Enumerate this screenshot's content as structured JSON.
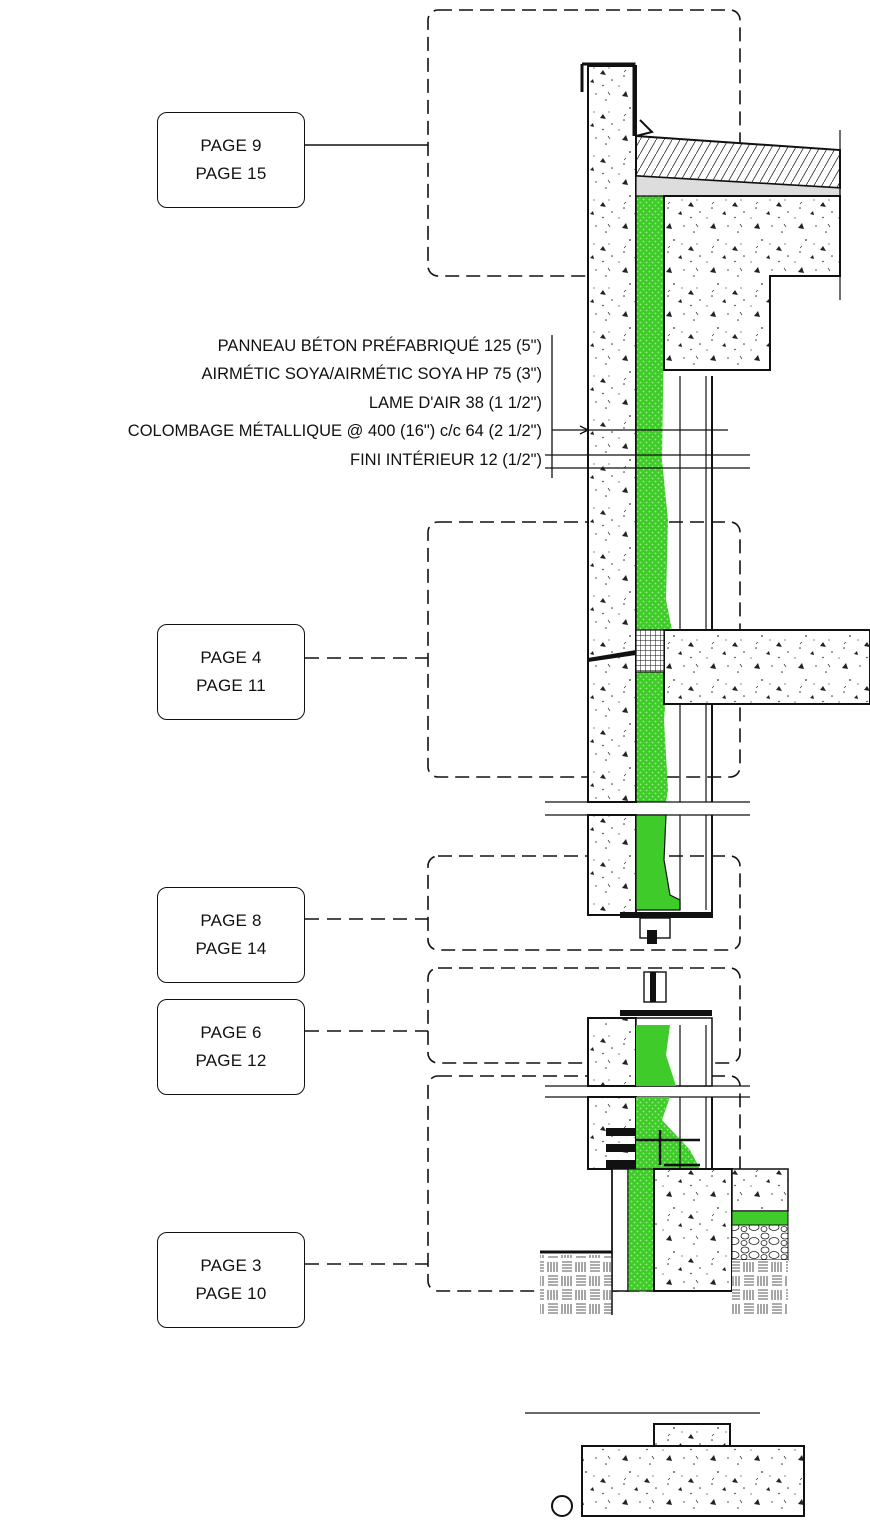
{
  "callouts": [
    {
      "id": "roof",
      "lines": [
        "PAGE 9",
        "PAGE 15"
      ]
    },
    {
      "id": "floor",
      "lines": [
        "PAGE 4",
        "PAGE 11"
      ]
    },
    {
      "id": "window-head",
      "lines": [
        "PAGE 8",
        "PAGE 14"
      ]
    },
    {
      "id": "window-sill",
      "lines": [
        "PAGE 6",
        "PAGE 12"
      ]
    },
    {
      "id": "foundation",
      "lines": [
        "PAGE 3",
        "PAGE 10"
      ]
    }
  ],
  "wall_layers": [
    "PANNEAU BÉTON PRÉFABRIQUÉ 125 (5\")",
    "AIRMÉTIC SOYA/AIRMÉTIC SOYA HP 75 (3\")",
    "LAME D'AIR 38 (1 1/2\")",
    "COLOMBAGE MÉTALLIQUE @ 400 (16\") c/c 64 (2 1/2\")",
    "FINI INTÉRIEUR 12 (1/2\")"
  ],
  "colors": {
    "insulation": "#3fcc2a",
    "line": "#111111",
    "background": "#ffffff"
  }
}
